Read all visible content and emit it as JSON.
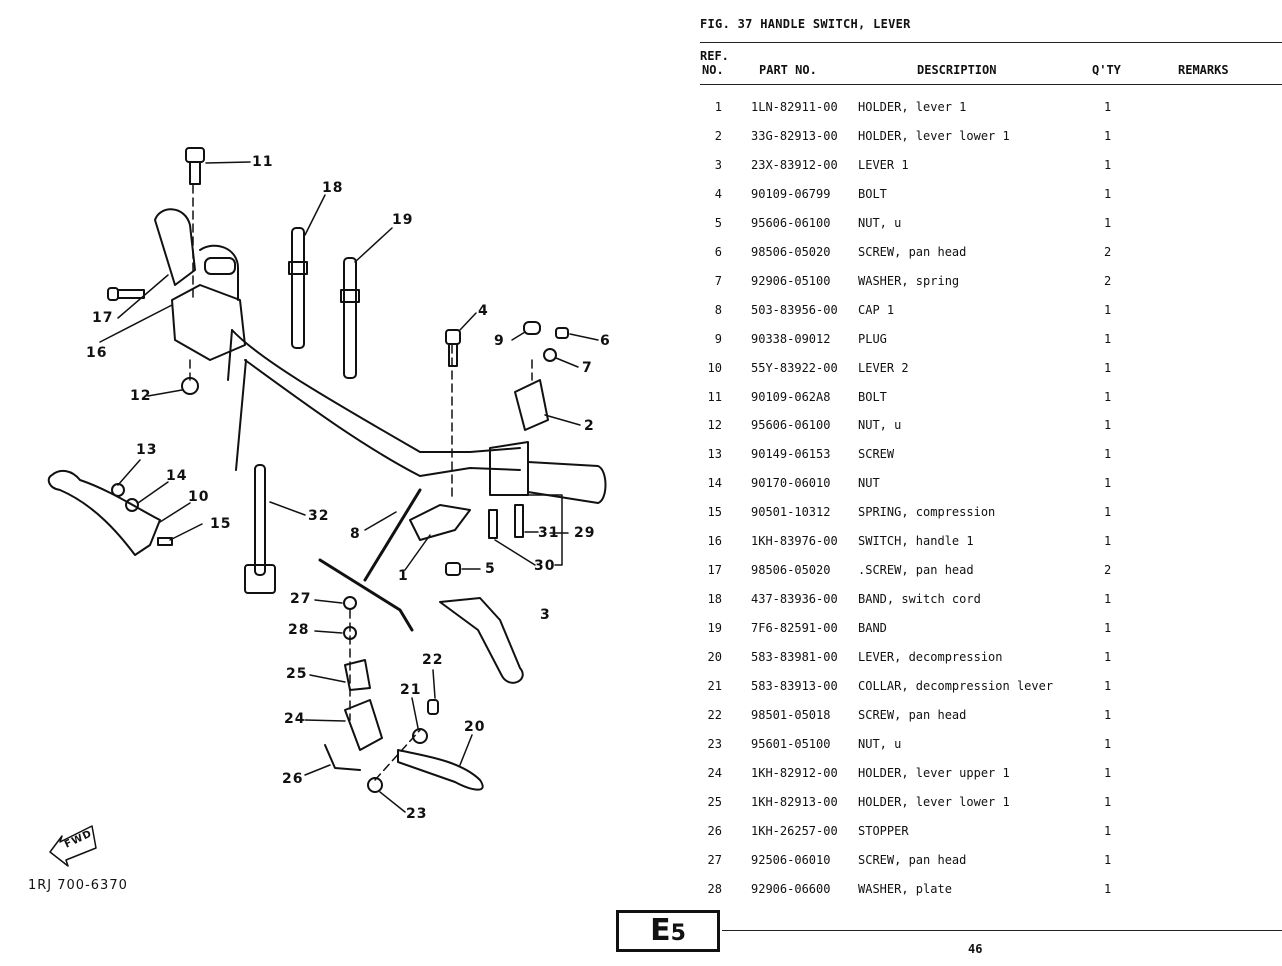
{
  "figure": {
    "title": "FIG. 37  HANDLE SWITCH, LEVER",
    "section_badge": "E",
    "section_badge_sub": "5",
    "page_number": "46",
    "diagram_code": "1RJ 700-6370",
    "fwd_label": "FWD"
  },
  "table": {
    "headers": {
      "ref_line1": "REF.",
      "ref_line2": "NO.",
      "part_no": "PART NO.",
      "description": "DESCRIPTION",
      "qty": "Q'TY",
      "remarks": "REMARKS"
    },
    "rows": [
      {
        "ref": "1",
        "part": "1LN-82911-00",
        "desc": "HOLDER, lever 1",
        "qty": "1",
        "remarks": ""
      },
      {
        "ref": "2",
        "part": "33G-82913-00",
        "desc": "HOLDER, lever lower 1",
        "qty": "1",
        "remarks": ""
      },
      {
        "ref": "3",
        "part": "23X-83912-00",
        "desc": "LEVER 1",
        "qty": "1",
        "remarks": ""
      },
      {
        "ref": "4",
        "part": "90109-06799",
        "desc": "BOLT",
        "qty": "1",
        "remarks": ""
      },
      {
        "ref": "5",
        "part": "95606-06100",
        "desc": "NUT, u",
        "qty": "1",
        "remarks": ""
      },
      {
        "ref": "6",
        "part": "98506-05020",
        "desc": "SCREW, pan head",
        "qty": "2",
        "remarks": ""
      },
      {
        "ref": "7",
        "part": "92906-05100",
        "desc": "WASHER, spring",
        "qty": "2",
        "remarks": ""
      },
      {
        "ref": "8",
        "part": "503-83956-00",
        "desc": "CAP 1",
        "qty": "1",
        "remarks": ""
      },
      {
        "ref": "9",
        "part": "90338-09012",
        "desc": "PLUG",
        "qty": "1",
        "remarks": ""
      },
      {
        "ref": "10",
        "part": "55Y-83922-00",
        "desc": "LEVER 2",
        "qty": "1",
        "remarks": ""
      },
      {
        "ref": "11",
        "part": "90109-062A8",
        "desc": "BOLT",
        "qty": "1",
        "remarks": ""
      },
      {
        "ref": "12",
        "part": "95606-06100",
        "desc": "NUT, u",
        "qty": "1",
        "remarks": ""
      },
      {
        "ref": "13",
        "part": "90149-06153",
        "desc": "SCREW",
        "qty": "1",
        "remarks": ""
      },
      {
        "ref": "14",
        "part": "90170-06010",
        "desc": "NUT",
        "qty": "1",
        "remarks": ""
      },
      {
        "ref": "15",
        "part": "90501-10312",
        "desc": "SPRING, compression",
        "qty": "1",
        "remarks": ""
      },
      {
        "ref": "16",
        "part": "1KH-83976-00",
        "desc": "SWITCH, handle 1",
        "qty": "1",
        "remarks": ""
      },
      {
        "ref": "17",
        "part": "98506-05020",
        "desc": ".SCREW, pan head",
        "qty": "2",
        "remarks": ""
      },
      {
        "ref": "18",
        "part": "437-83936-00",
        "desc": "BAND, switch cord",
        "qty": "1",
        "remarks": ""
      },
      {
        "ref": "19",
        "part": "7F6-82591-00",
        "desc": "BAND",
        "qty": "1",
        "remarks": ""
      },
      {
        "ref": "20",
        "part": "583-83981-00",
        "desc": "LEVER, decompression",
        "qty": "1",
        "remarks": ""
      },
      {
        "ref": "21",
        "part": "583-83913-00",
        "desc": "COLLAR, decompression lever",
        "qty": "1",
        "remarks": ""
      },
      {
        "ref": "22",
        "part": "98501-05018",
        "desc": "SCREW, pan head",
        "qty": "1",
        "remarks": ""
      },
      {
        "ref": "23",
        "part": "95601-05100",
        "desc": "NUT, u",
        "qty": "1",
        "remarks": ""
      },
      {
        "ref": "24",
        "part": "1KH-82912-00",
        "desc": "HOLDER, lever upper 1",
        "qty": "1",
        "remarks": ""
      },
      {
        "ref": "25",
        "part": "1KH-82913-00",
        "desc": "HOLDER, lever lower 1",
        "qty": "1",
        "remarks": ""
      },
      {
        "ref": "26",
        "part": "1KH-26257-00",
        "desc": "STOPPER",
        "qty": "1",
        "remarks": ""
      },
      {
        "ref": "27",
        "part": "92506-06010",
        "desc": "SCREW, pan head",
        "qty": "1",
        "remarks": ""
      },
      {
        "ref": "28",
        "part": "92906-06600",
        "desc": "WASHER, plate",
        "qty": "1",
        "remarks": ""
      }
    ]
  },
  "callouts": [
    {
      "id": "c11",
      "text": "11"
    },
    {
      "id": "c18",
      "text": "18"
    },
    {
      "id": "c19",
      "text": "19"
    },
    {
      "id": "c17",
      "text": "17"
    },
    {
      "id": "c16",
      "text": "16"
    },
    {
      "id": "c12",
      "text": "12"
    },
    {
      "id": "c4",
      "text": "4"
    },
    {
      "id": "c9",
      "text": "9"
    },
    {
      "id": "c6",
      "text": "6"
    },
    {
      "id": "c7",
      "text": "7"
    },
    {
      "id": "c2",
      "text": "2"
    },
    {
      "id": "c13",
      "text": "13"
    },
    {
      "id": "c14",
      "text": "14"
    },
    {
      "id": "c10",
      "text": "10"
    },
    {
      "id": "c15",
      "text": "15"
    },
    {
      "id": "c32",
      "text": "32"
    },
    {
      "id": "c8",
      "text": "8"
    },
    {
      "id": "c1",
      "text": "1"
    },
    {
      "id": "c5",
      "text": "5"
    },
    {
      "id": "c31",
      "text": "31"
    },
    {
      "id": "c29",
      "text": "29"
    },
    {
      "id": "c30",
      "text": "30"
    },
    {
      "id": "c3",
      "text": "3"
    },
    {
      "id": "c27",
      "text": "27"
    },
    {
      "id": "c28",
      "text": "28"
    },
    {
      "id": "c25",
      "text": "25"
    },
    {
      "id": "c24",
      "text": "24"
    },
    {
      "id": "c26",
      "text": "26"
    },
    {
      "id": "c22",
      "text": "22"
    },
    {
      "id": "c21",
      "text": "21"
    },
    {
      "id": "c20",
      "text": "20"
    },
    {
      "id": "c23",
      "text": "23"
    }
  ]
}
